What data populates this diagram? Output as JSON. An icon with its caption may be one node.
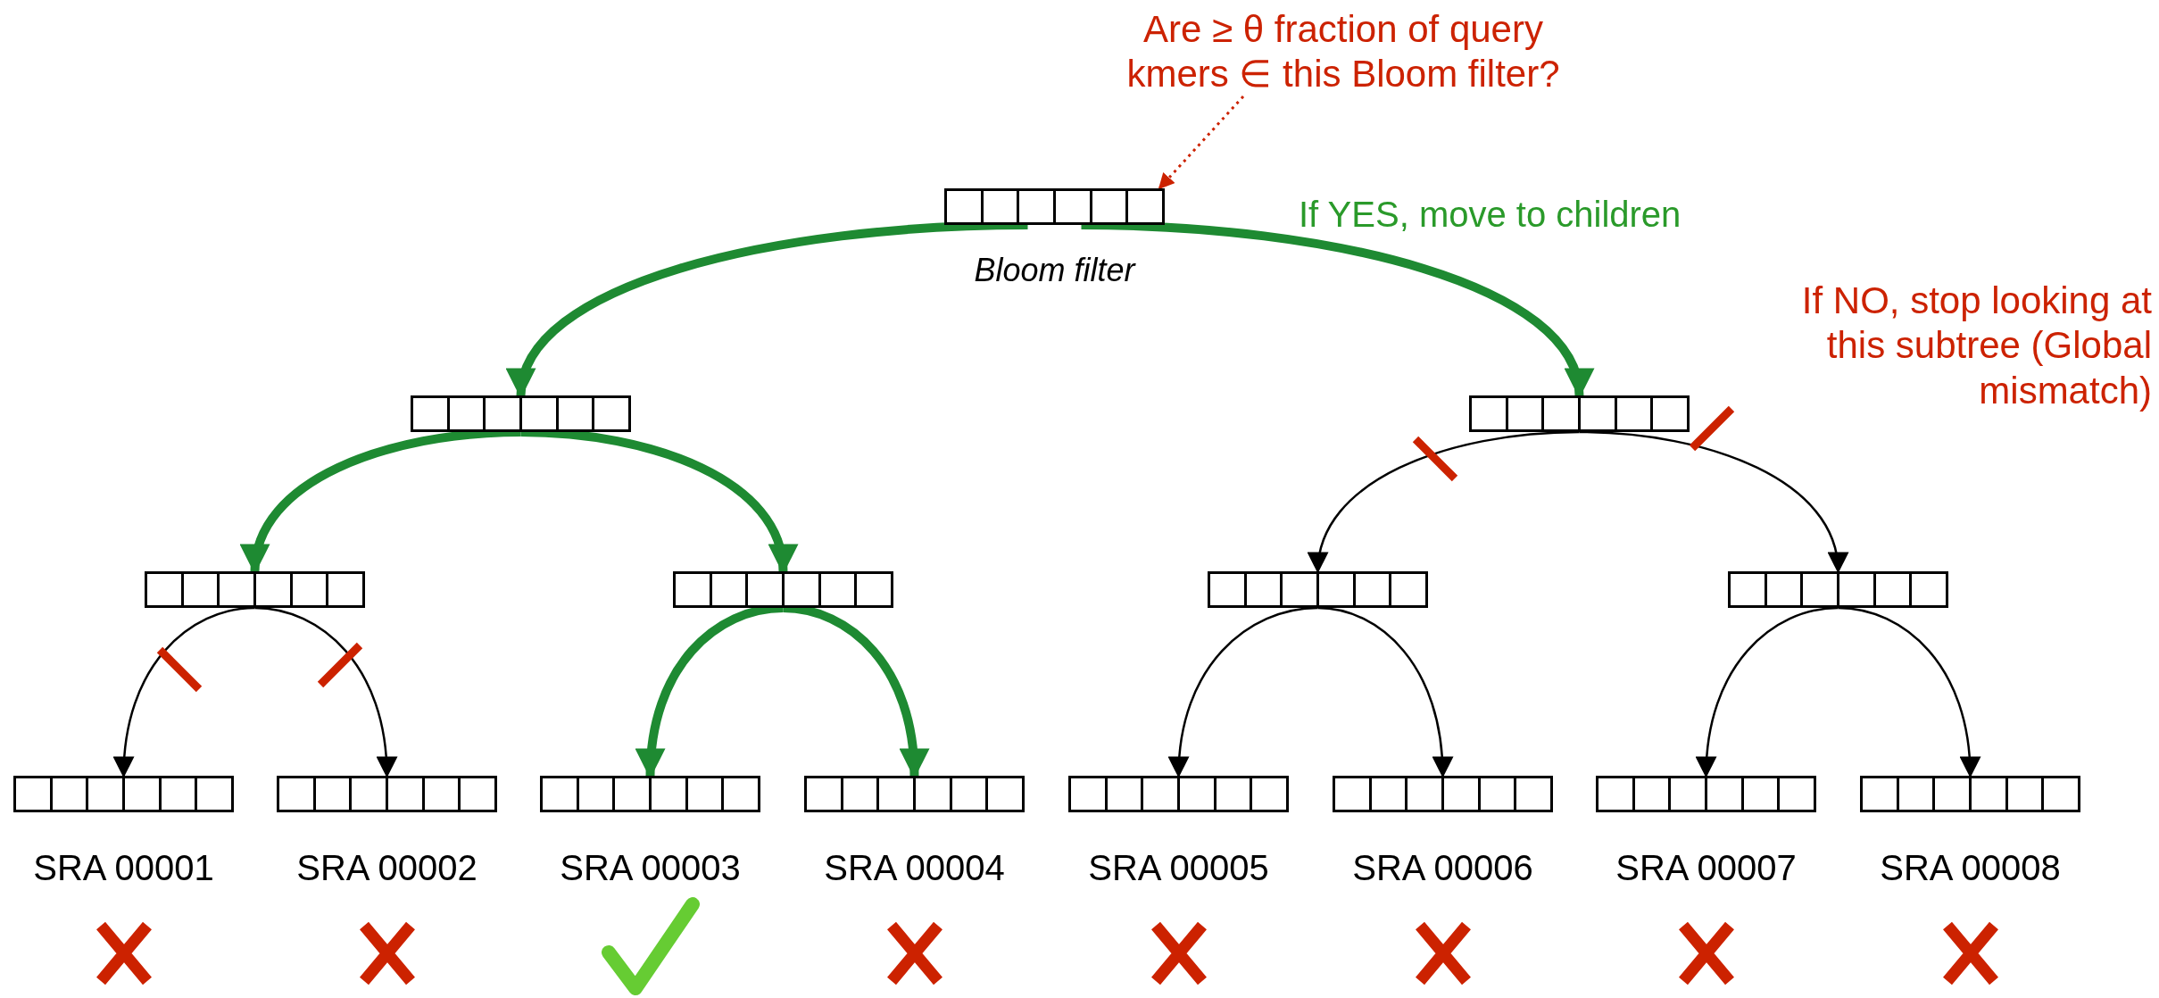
{
  "diagram": {
    "nodes": [
      {
        "text": [
          "Are ≥ θ fraction of query kmers ∈ this Bloom filter?"
        ]
      },
      {
        "text": [],
        "shape": "box",
        "beside": [
          "Bloom filter"
        ]
      },
      {
        "text": [],
        "shape": "box"
      },
      {
        "text": [],
        "shape": "box"
      },
      {
        "text": [],
        "shape": "box"
      },
      {
        "text": [],
        "shape": "box"
      },
      {
        "text": [],
        "shape": "box"
      },
      {
        "text": [],
        "shape": "box"
      },
      {
        "text": [
          "SRA 00001"
        ]
      },
      {
        "text": [
          "SRA 00002"
        ]
      },
      {
        "text": [
          "SRA 00003"
        ]
      },
      {
        "text": [
          "SRA 00004"
        ]
      },
      {
        "text": [
          "SRA 00005"
        ]
      },
      {
        "text": [
          "SRA 00006"
        ]
      },
      {
        "text": [
          "SRA 00007"
        ]
      },
      {
        "text": [
          "SRA 00008"
        ]
      }
    ],
    "edges": [
      {
        "from": 0,
        "to": 1,
        "arrow": "to",
        "style": "dashed",
        "color": "#cc2200"
      },
      {
        "from": 1,
        "to": 2,
        "arrow": "to",
        "style": "thick",
        "color": "#1e8a32"
      },
      {
        "from": 1,
        "to": 3,
        "arrow": "to",
        "style": "thick",
        "color": "#1e8a32"
      },
      {
        "from": 2,
        "to": 4,
        "arrow": "to",
        "style": "thick",
        "color": "#1e8a32"
      },
      {
        "from": 2,
        "to": 5,
        "arrow": "to",
        "style": "thick",
        "color": "#1e8a32"
      },
      {
        "from": 3,
        "to": 6,
        "arrow": "to"
      },
      {
        "from": 3,
        "to": 7,
        "arrow": "to"
      },
      {
        "from": 4,
        "to": 8,
        "arrow": "to"
      },
      {
        "from": 4,
        "to": 9,
        "arrow": "to"
      },
      {
        "from": 5,
        "to": 10,
        "arrow": "to",
        "style": "thick",
        "color": "#1e8a32"
      },
      {
        "from": 5,
        "to": 11,
        "arrow": "to",
        "style": "thick",
        "color": "#1e8a32"
      },
      {
        "from": 6,
        "to": 12,
        "arrow": "to"
      },
      {
        "from": 6,
        "to": 13,
        "arrow": "to"
      },
      {
        "from": 7,
        "to": 14,
        "arrow": "to"
      },
      {
        "from": 7,
        "to": 15,
        "arrow": "to"
      }
    ],
    "labels": [
      "If YES, move to children",
      "If NO, stop looking at this subtree (Global mismatch)"
    ]
  }
}
